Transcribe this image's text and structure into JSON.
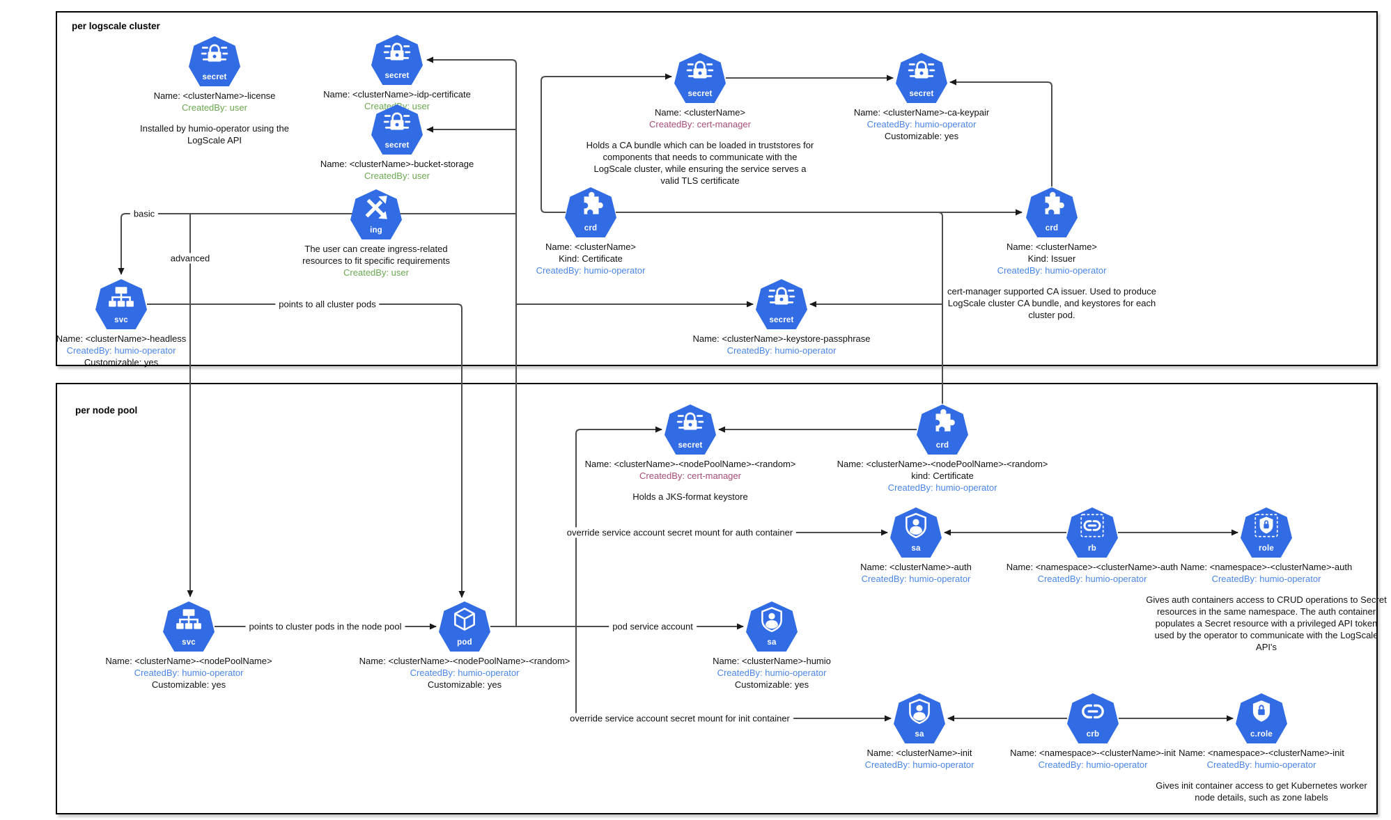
{
  "sections": {
    "cluster_label": "per logscale cluster",
    "nodepool_label": "per node pool"
  },
  "edge_labels": {
    "basic": "basic",
    "advanced": "advanced",
    "all_pods": "points to all cluster pods",
    "np_pods": "points to cluster pods in the node pool",
    "auth_mount": "override service account secret mount for auth container",
    "pod_sa": "pod service account",
    "init_mount": "override service account secret mount for init container"
  },
  "colors": {
    "kubernetes_blue": "#326CE5",
    "created_by_user": "#6AA84F",
    "created_by_humio_operator": "#4A86E8",
    "created_by_cert_manager": "#A64D79",
    "edge_line": "#4D4D4D"
  },
  "nodes": {
    "license": {
      "badge": "secret",
      "name": "Name: <clusterName>-license",
      "created": "CreatedBy: user",
      "note": "Installed by humio-operator using the LogScale API"
    },
    "idp": {
      "badge": "secret",
      "name": "Name: <clusterName>-idp-certificate",
      "created": "CreatedBy: user"
    },
    "bucket": {
      "badge": "secret",
      "name": "Name: <clusterName>-bucket-storage",
      "created": "CreatedBy: user"
    },
    "cm_secret": {
      "badge": "secret",
      "name": "Name: <clusterName>",
      "created": "CreatedBy: cert-manager",
      "note": "Holds a CA bundle which can be loaded in truststores for components that needs to communicate with the LogScale cluster, while ensuring the service serves a valid TLS certificate"
    },
    "ca_keypair": {
      "badge": "secret",
      "name": "Name: <clusterName>-ca-keypair",
      "created": "CreatedBy: humio-operator",
      "customizable": "Customizable: yes"
    },
    "ing": {
      "badge": "ing",
      "name": "The user can create ingress-related resources to fit specific requirements",
      "created": "CreatedBy: user"
    },
    "svc_headless": {
      "badge": "svc",
      "name": "Name: <clusterName>-headless",
      "created": "CreatedBy: humio-operator",
      "customizable": "Customizable: yes"
    },
    "crd_cert": {
      "badge": "crd",
      "name": "Name: <clusterName>",
      "kind": "Kind: Certificate",
      "created": "CreatedBy: humio-operator"
    },
    "crd_issuer": {
      "badge": "crd",
      "name": "Name: <clusterName>",
      "kind": "Kind: Issuer",
      "created": "CreatedBy: humio-operator",
      "note": "cert-manager supported CA issuer. Used to produce LogScale cluster CA bundle, and keystores for each cluster pod."
    },
    "keystore": {
      "badge": "secret",
      "name": "Name: <clusterName>-keystore-passphrase",
      "created": "CreatedBy: humio-operator"
    },
    "np_secret": {
      "badge": "secret",
      "name": "Name: <clusterName>-<nodePoolName>-<random>",
      "created": "CreatedBy: cert-manager",
      "note": "Holds a JKS-format keystore"
    },
    "np_crd": {
      "badge": "crd",
      "name": "Name: <clusterName>-<nodePoolName>-<random>",
      "kind": "kind: Certificate",
      "created": "CreatedBy: humio-operator"
    },
    "sa_auth": {
      "badge": "sa",
      "name": "Name: <clusterName>-auth",
      "created": "CreatedBy: humio-operator"
    },
    "rb": {
      "badge": "rb",
      "name": "Name: <namespace>-<clusterName>-auth",
      "created": "CreatedBy: humio-operator"
    },
    "role": {
      "badge": "role",
      "name": "Name: <namespace>-<clusterName>-auth",
      "created": "CreatedBy: humio-operator",
      "note": "Gives auth containers access to CRUD operations to Secret resources in the same namespace. The auth container populates a Secret resource with a privileged API token used by the operator to communicate with the LogScale API's"
    },
    "svc_np": {
      "badge": "svc",
      "name": "Name: <clusterName>-<nodePoolName>",
      "created": "CreatedBy: humio-operator",
      "customizable": "Customizable: yes"
    },
    "pod": {
      "badge": "pod",
      "name": "Name: <clusterName>-<nodePoolName>-<random>",
      "created": "CreatedBy: humio-operator",
      "customizable": "Customizable: yes"
    },
    "sa_humio": {
      "badge": "sa",
      "name": "Name: <clusterName>-humio",
      "created": "CreatedBy: humio-operator",
      "customizable": "Customizable: yes"
    },
    "sa_init": {
      "badge": "sa",
      "name": "Name: <clusterName>-init",
      "created": "CreatedBy: humio-operator"
    },
    "crb": {
      "badge": "crb",
      "name": "Name: <namespace>-<clusterName>-init",
      "created": "CreatedBy: humio-operator"
    },
    "c_role": {
      "badge": "c.role",
      "name": "Name: <namespace>-<clusterName>-init",
      "created": "CreatedBy: humio-operator",
      "note": "Gives init container access to get Kubernetes worker node details, such as zone labels"
    }
  }
}
